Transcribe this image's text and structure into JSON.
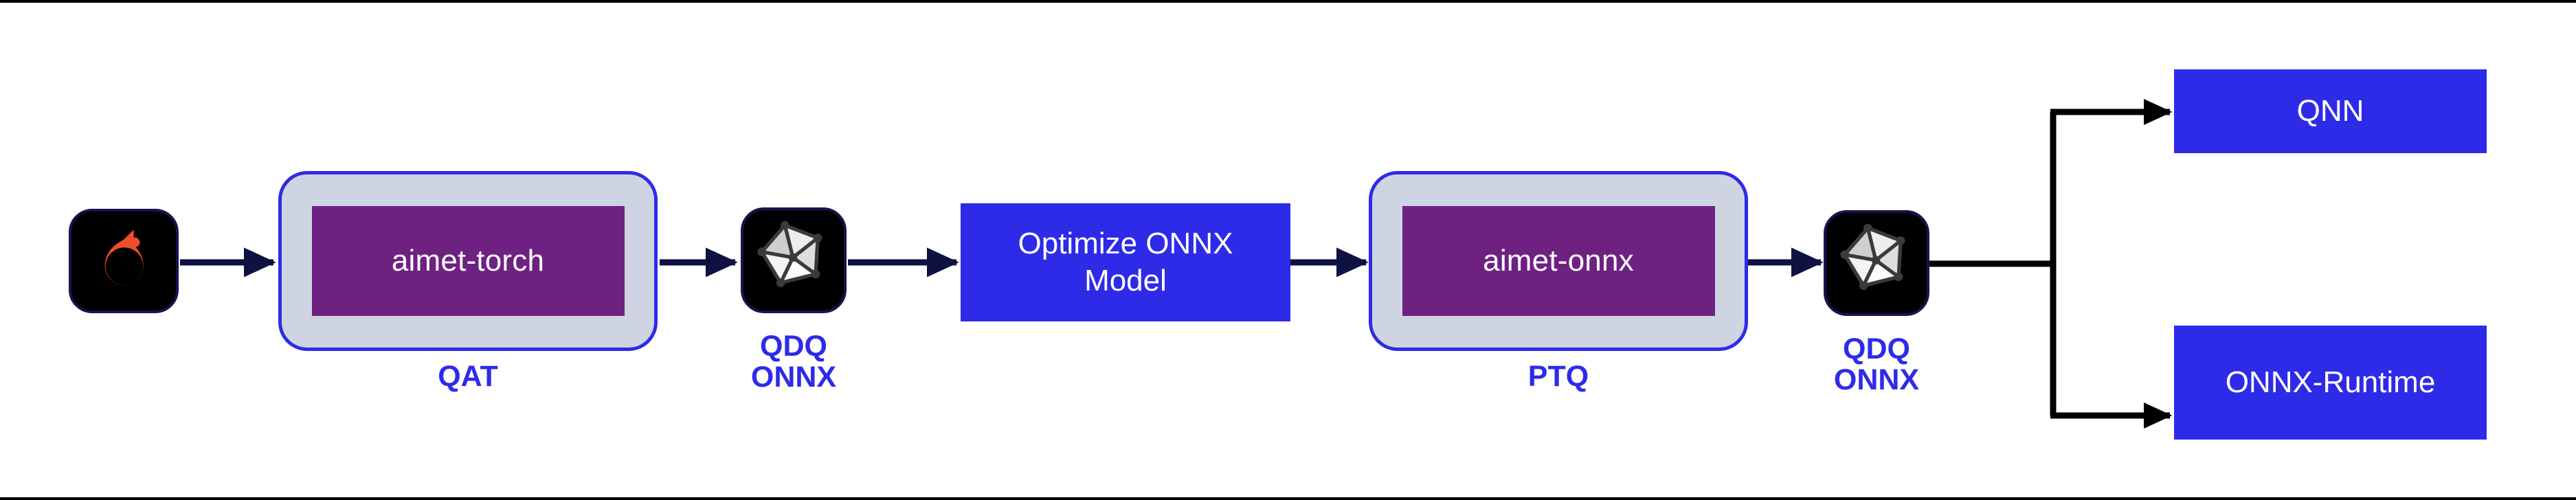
{
  "diagram": {
    "title": "AIMET quantization workflow",
    "background": "#ffffff",
    "colors": {
      "blue": "#2E2BE8",
      "purple": "#6F2182",
      "container_fill": "#ced4e2",
      "arrow_navy": "#0d1240",
      "arrow_black": "#000000",
      "logo_tile_bg": "#000000",
      "pytorch_orange": "#EE4C2C"
    },
    "nodes": [
      {
        "id": "pytorch-logo",
        "kind": "logo",
        "icon": "pytorch-icon",
        "caption": ""
      },
      {
        "id": "aimet-torch",
        "kind": "container",
        "label": "aimet-torch",
        "caption": "QAT"
      },
      {
        "id": "qdq-onnx-1",
        "kind": "logo",
        "icon": "onnx-icon",
        "caption": "QDQ\nONNX"
      },
      {
        "id": "optimize-onnx-model",
        "kind": "process",
        "label": "Optimize ONNX\nModel",
        "caption": ""
      },
      {
        "id": "aimet-onnx",
        "kind": "container",
        "label": "aimet-onnx",
        "caption": "PTQ"
      },
      {
        "id": "qdq-onnx-2",
        "kind": "logo",
        "icon": "onnx-icon",
        "caption": "QDQ\nONNX"
      },
      {
        "id": "qnn",
        "kind": "target",
        "label": "QNN",
        "caption": ""
      },
      {
        "id": "onnx-runtime",
        "kind": "target",
        "label": "ONNX-Runtime",
        "caption": ""
      }
    ],
    "labels": {
      "aimet_torch": "aimet-torch",
      "aimet_torch_caption": "QAT",
      "qdq_onnx_caption_1_line1": "QDQ",
      "qdq_onnx_caption_1_line2": "ONNX",
      "optimize_line1": "Optimize ONNX",
      "optimize_line2": "Model",
      "aimet_onnx": "aimet-onnx",
      "aimet_onnx_caption": "PTQ",
      "qdq_onnx_caption_2_line1": "QDQ",
      "qdq_onnx_caption_2_line2": "ONNX",
      "qnn": "QNN",
      "onnx_runtime": "ONNX-Runtime"
    },
    "icons": {
      "pytorch": "pytorch-flame-icon",
      "onnx_1": "onnx-polyhedron-icon",
      "onnx_2": "onnx-polyhedron-icon"
    },
    "edges": [
      {
        "from": "pytorch-logo",
        "to": "aimet-torch",
        "style": "arrow",
        "color": "#0d1240"
      },
      {
        "from": "aimet-torch",
        "to": "qdq-onnx-1",
        "style": "arrow",
        "color": "#0d1240"
      },
      {
        "from": "qdq-onnx-1",
        "to": "optimize-onnx-model",
        "style": "arrow",
        "color": "#0d1240"
      },
      {
        "from": "optimize-onnx-model",
        "to": "aimet-onnx",
        "style": "arrow",
        "color": "#0d1240"
      },
      {
        "from": "aimet-onnx",
        "to": "qdq-onnx-2",
        "style": "arrow",
        "color": "#0d1240"
      },
      {
        "from": "qdq-onnx-2",
        "to": "qnn",
        "style": "elbow-arrow",
        "color": "#000000"
      },
      {
        "from": "qdq-onnx-2",
        "to": "onnx-runtime",
        "style": "elbow-arrow",
        "color": "#000000"
      }
    ]
  }
}
